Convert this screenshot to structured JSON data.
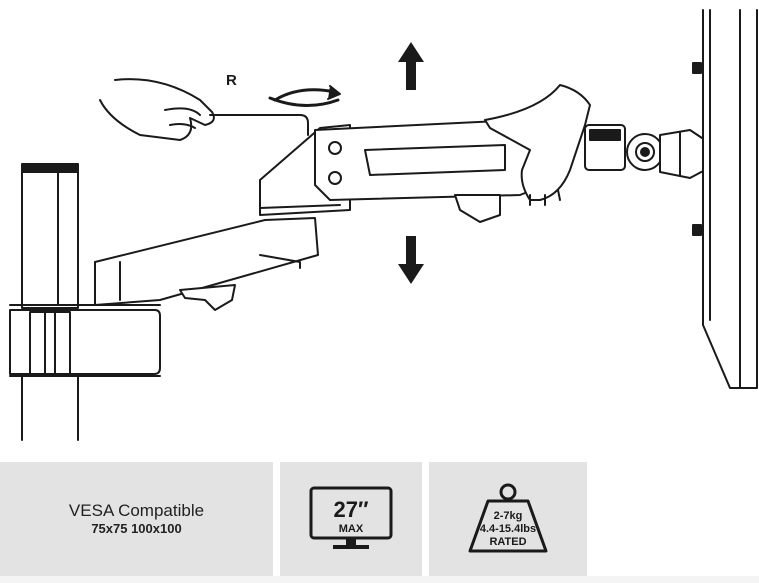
{
  "illustration": {
    "rotation_label": "R"
  },
  "badges": {
    "vesa": {
      "title": "VESA Compatible",
      "sizes": "75x75 100x100"
    },
    "screen": {
      "size": "27″",
      "label": "MAX"
    },
    "weight": {
      "kg": "2-7kg",
      "lbs": "4.4-15.4lbs",
      "label": "RATED"
    }
  },
  "icons": [
    "rotate-icon",
    "arrow-up-icon",
    "arrow-down-icon",
    "monitor-icon",
    "weight-icon"
  ],
  "colors": {
    "badge_bg": "#e3e3e3",
    "line": "#1a1a1a"
  }
}
